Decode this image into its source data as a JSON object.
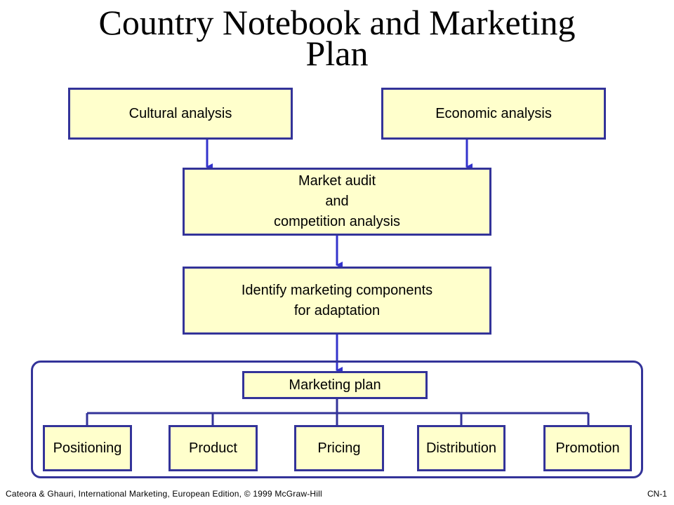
{
  "title": {
    "line1": "Country Notebook and Marketing",
    "line2": "Plan"
  },
  "boxes": {
    "cultural": "Cultural analysis",
    "economic": "Economic analysis",
    "audit": [
      "Market audit",
      "and",
      "competition analysis"
    ],
    "identify": [
      "Identify marketing components",
      "for adaptation"
    ],
    "marketing_plan": "Marketing plan"
  },
  "components": [
    "Positioning",
    "Product",
    "Pricing",
    "Distribution",
    "Promotion"
  ],
  "footer": {
    "citation": "Cateora & Ghauri, International Marketing, European Edition, © 1999 McGraw-Hill",
    "page_id": "CN-1"
  },
  "colors": {
    "box_fill": "#ffffcc",
    "border": "#333399",
    "connector": "#3333cc"
  }
}
